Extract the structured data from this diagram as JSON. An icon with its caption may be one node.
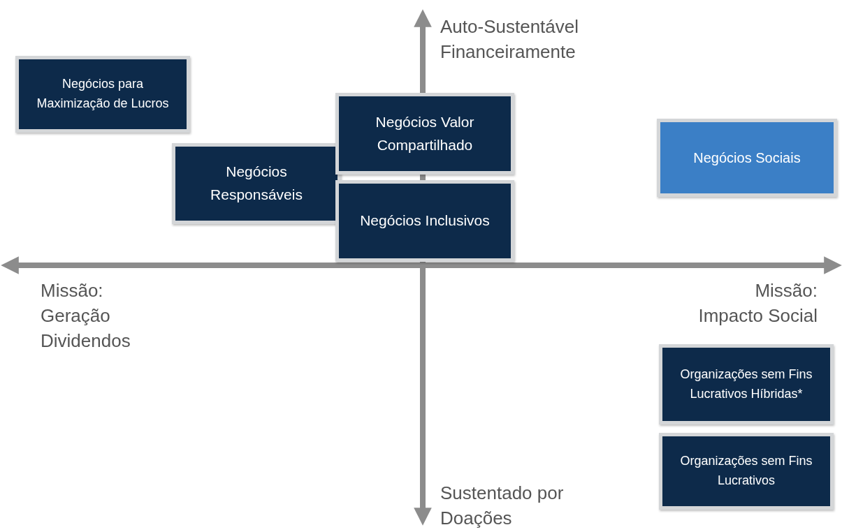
{
  "diagram": {
    "nodes": [
      {
        "text": [
          "Negócios para Maximização de Lucros"
        ]
      },
      {
        "text": [
          "Negócios Valor Compartilhado"
        ]
      },
      {
        "text": [
          "Negócios Sociais"
        ]
      },
      {
        "text": [
          "Negócios Responsáveis"
        ]
      },
      {
        "text": [
          "Negócios Inclusivos"
        ]
      },
      {
        "text": [
          "Organizações sem Fins Lucrativos Híbridas*"
        ]
      },
      {
        "text": [
          "Organizações sem Fins Lucrativos"
        ]
      }
    ],
    "edges": [],
    "labels": [
      "Auto-Sustentável Financeiramente",
      "Missão: Geração Dividendos",
      "Missão: Impacto Social",
      "Sustentado por Doações"
    ]
  }
}
